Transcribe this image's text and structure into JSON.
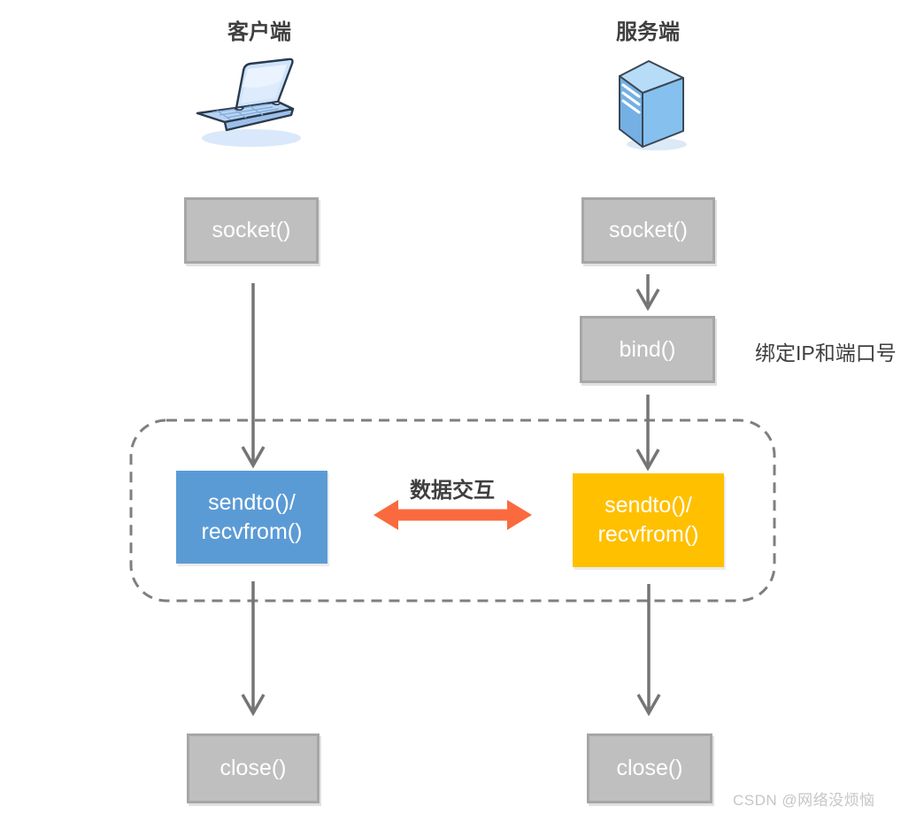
{
  "columns": {
    "client": {
      "title": "客户端",
      "icon": "laptop-icon"
    },
    "server": {
      "title": "服务端",
      "icon": "server-icon"
    }
  },
  "client": {
    "socket_label": "socket()",
    "sendrecv_line1": "sendto()/",
    "sendrecv_line2": "recvfrom()",
    "close_label": "close()"
  },
  "server": {
    "socket_label": "socket()",
    "bind_label": "bind()",
    "bind_note": "绑定IP和端口号",
    "sendrecv_line1": "sendto()/",
    "sendrecv_line2": "recvfrom()",
    "close_label": "close()"
  },
  "interaction": {
    "label": "数据交互"
  },
  "watermark": {
    "text": "CSDN @网络没烦恼"
  },
  "colors": {
    "gray_box_fill": "#bfbfbf",
    "gray_box_border": "#a6a6a6",
    "client_sendrecv_fill": "#5b9bd5",
    "server_sendrecv_fill": "#ffc000",
    "flow_arrow_gray": "#757575",
    "exchange_arrow_orange": "#fa6a3e",
    "dashed_region_border": "#7f7f7f",
    "title_text": "#3f3f3f",
    "box_text": "#ffffff",
    "watermark_text": "#c6c6c6"
  }
}
